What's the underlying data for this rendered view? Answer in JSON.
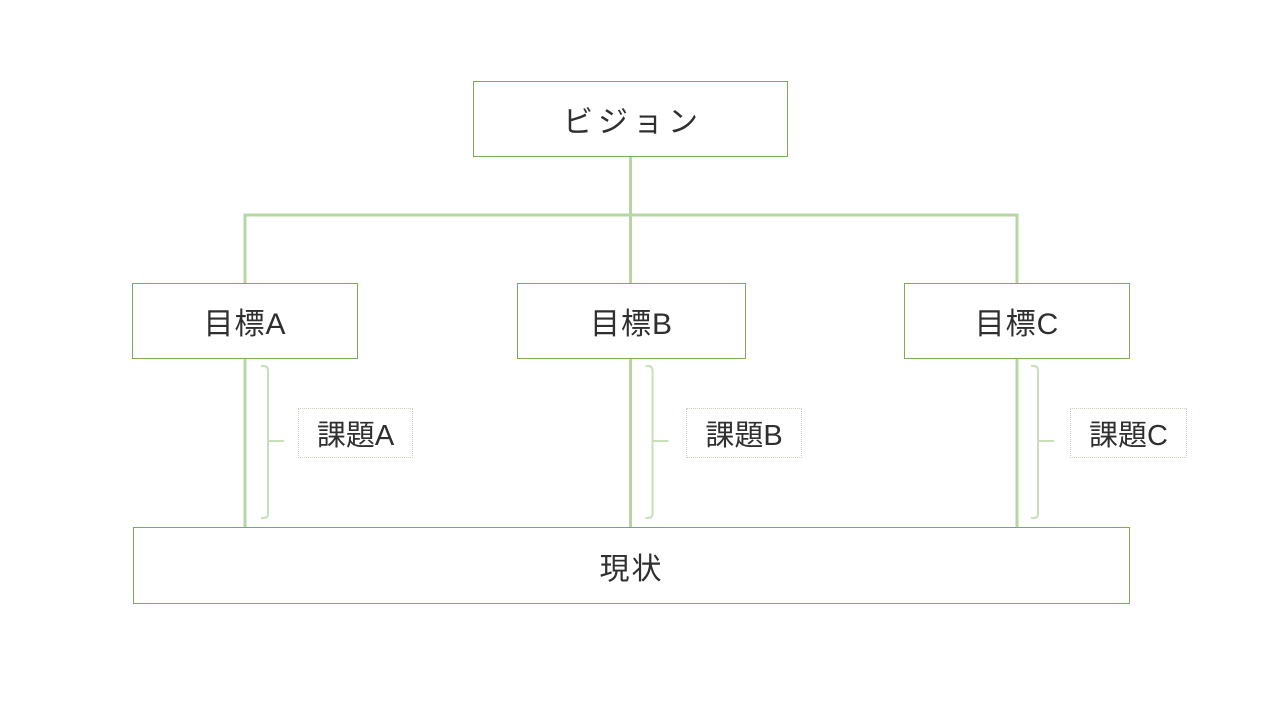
{
  "diagram": {
    "title": "vision-goal-issue-diagram",
    "vision": {
      "label": "ビジョン"
    },
    "goals": [
      {
        "id": "A",
        "label": "目標A"
      },
      {
        "id": "B",
        "label": "目標B"
      },
      {
        "id": "C",
        "label": "目標C"
      }
    ],
    "issues": [
      {
        "id": "A",
        "label": "課題A"
      },
      {
        "id": "B",
        "label": "課題B"
      },
      {
        "id": "C",
        "label": "課題C"
      }
    ],
    "current_state": {
      "label": "現状"
    },
    "colors": {
      "background": "#ffffff",
      "box_border_green": "#79ad52",
      "connector_light_green": "#b6d7a4",
      "bracket_pale_green": "#c8e0b9",
      "issue_dotted_border": "#c2d4ba",
      "text": "#2f2f2f"
    }
  }
}
